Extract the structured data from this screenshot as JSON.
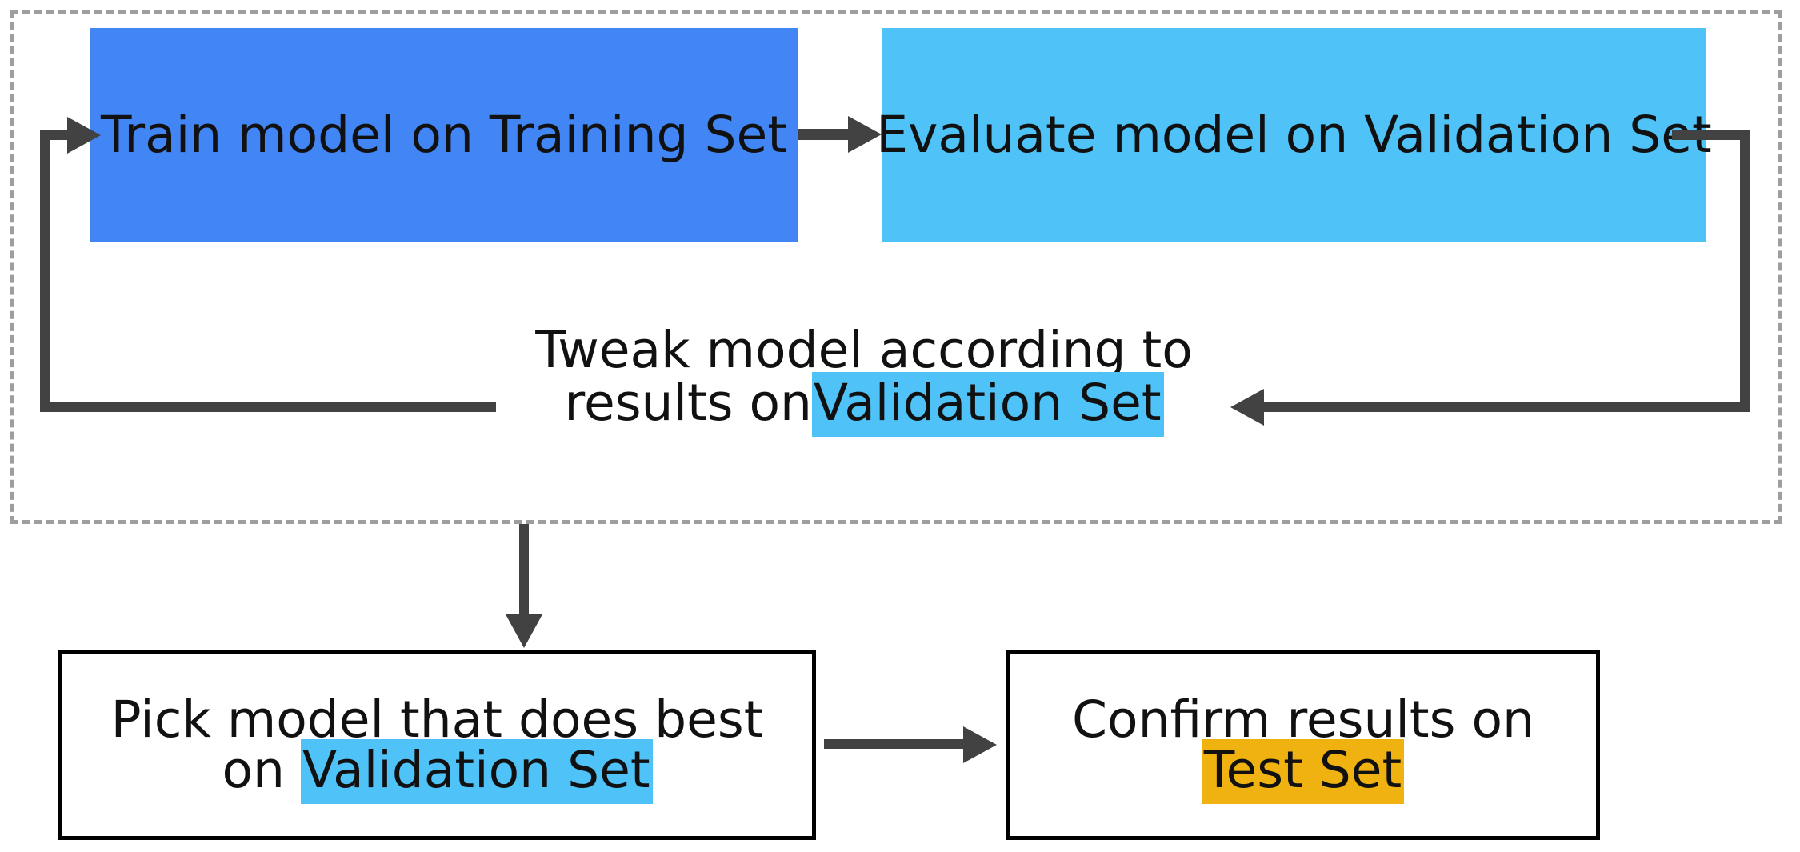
{
  "diagram": {
    "title_text": "",
    "loop_group": {
      "name": "training-validation-loop",
      "border_style": "dashed",
      "border_color": "#9e9e9e"
    },
    "nodes": {
      "train": {
        "label": "Train model on Training Set",
        "fill": "#4285f4"
      },
      "evaluate": {
        "label": "Evaluate model on Validation Set",
        "fill": "#4fc3f7"
      },
      "tweak": {
        "line1": "Tweak model according to",
        "line2_prefix": "results on",
        "line2_highlight": "Validation Set",
        "highlight_color": "#4fc3f7"
      },
      "pick": {
        "line1": "Pick model that does best",
        "line2_prefix": "on ",
        "line2_highlight": "Validation Set",
        "highlight_color": "#4fc3f7",
        "border_color": "#000000"
      },
      "confirm": {
        "line1": "Confirm results on",
        "line2_highlight": "Test Set",
        "highlight_color": "#f0b211",
        "border_color": "#000000"
      }
    },
    "edges": [
      {
        "name": "train-to-evaluate",
        "from": "train",
        "to": "evaluate",
        "direction": "right"
      },
      {
        "name": "evaluate-to-tweak",
        "from": "evaluate",
        "to": "tweak",
        "direction": "left"
      },
      {
        "name": "tweak-to-train",
        "from": "tweak",
        "to": "train",
        "direction": "right"
      },
      {
        "name": "loop-to-pick",
        "from": "loop_group",
        "to": "pick",
        "direction": "down"
      },
      {
        "name": "pick-to-confirm",
        "from": "pick",
        "to": "confirm",
        "direction": "right"
      }
    ],
    "arrow_color": "#424242"
  }
}
